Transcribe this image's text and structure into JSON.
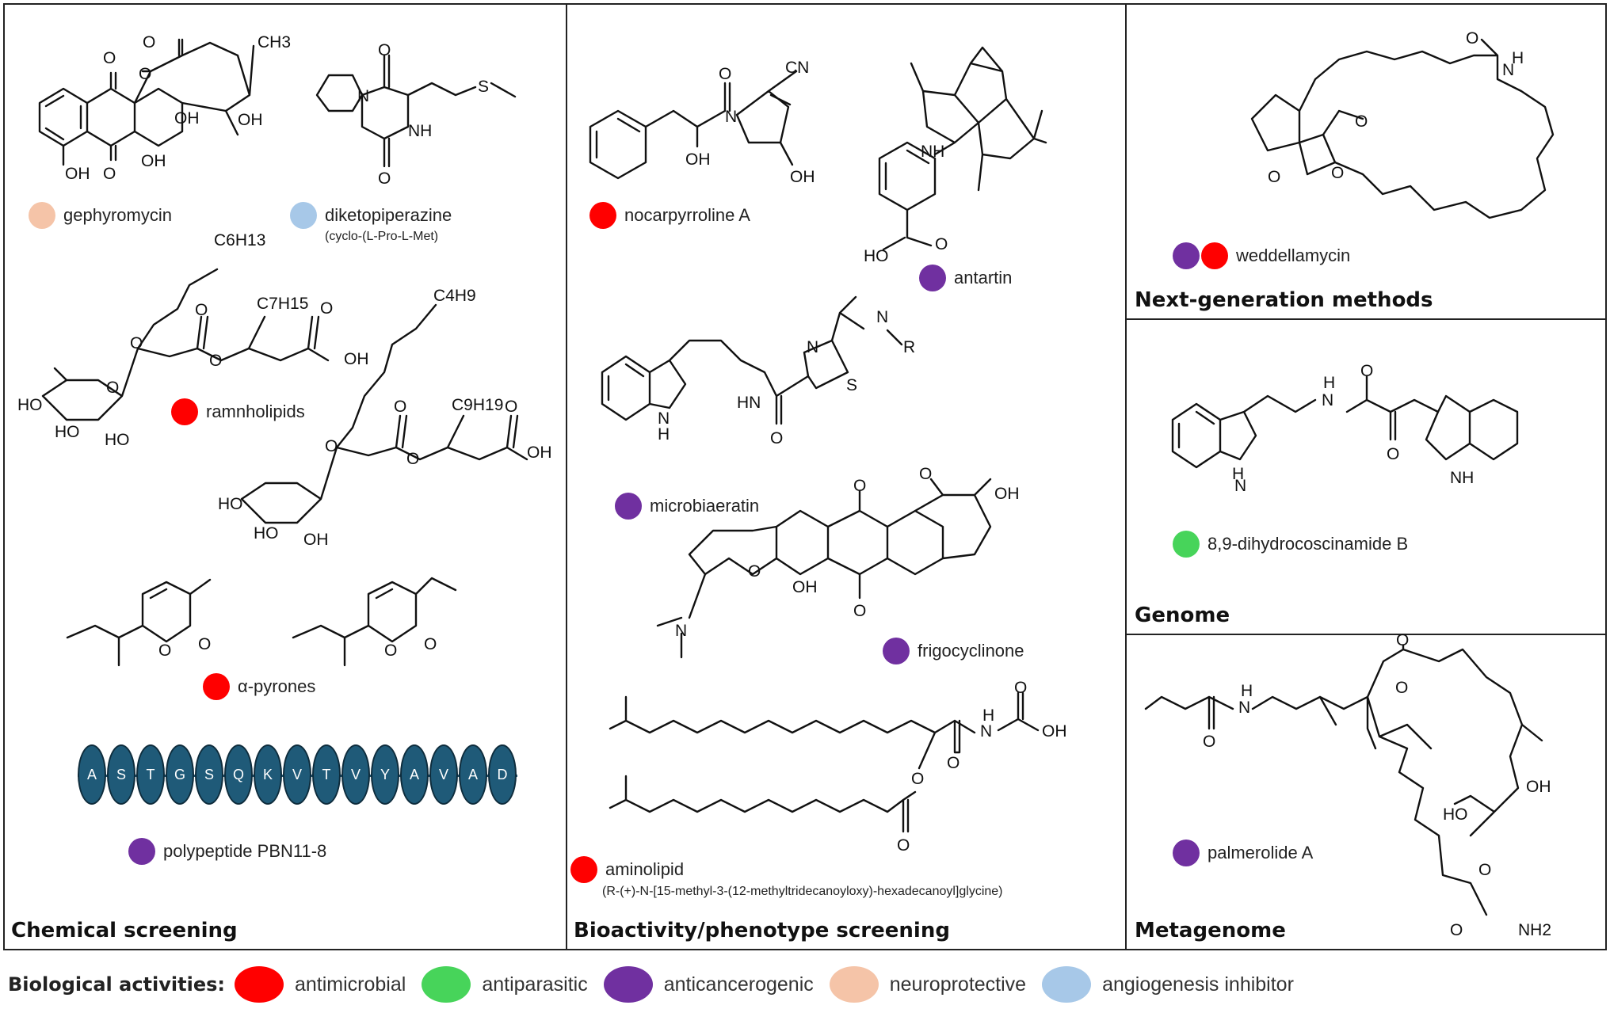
{
  "panels": {
    "chemical": "Chemical screening",
    "bioactivity": "Bioactivity/phenotype screening",
    "nextgen": "Next-generation methods",
    "genome": "Genome",
    "metagenome": "Metagenome"
  },
  "compounds": {
    "gephyromycin": "gephyromycin",
    "diketopiperazine": "diketopiperazine",
    "diketopiperazine_sub": "(cyclo-(L-Pro-L-Met)",
    "ramnholipids": "ramnholipids",
    "pyrones": "α-pyrones",
    "polypeptide": "polypeptide PBN11-8",
    "nocarpyrroline": "nocarpyrroline A",
    "antartin": "antartin",
    "microbiaeratin": "microbiaeratin",
    "frigocyclinone": "frigocyclinone",
    "aminolipid": "aminolipid",
    "aminolipid_sub": "(R-(+)-N-[15-methyl-3-(12-methyltridecanoyloxy)-hexadecanoyl]glycine)",
    "weddellamycin": "weddellamycin",
    "dihydrocoscinamide": "8,9-dihydrocoscinamide B",
    "palmerolide": "palmerolide A"
  },
  "peptide_sequence": [
    "A",
    "S",
    "T",
    "G",
    "S",
    "Q",
    "K",
    "V",
    "T",
    "V",
    "Y",
    "A",
    "V",
    "A",
    "D"
  ],
  "atoms": {
    "o": "O",
    "oh": "OH",
    "ho": "HO",
    "n": "N",
    "nh": "NH",
    "hn": "HN",
    "s": "S",
    "r": "R",
    "ch3": "CH3",
    "c6h13": "C6H13",
    "c7h15": "C7H15",
    "c4h9": "C4H9",
    "c9h19": "C9H19",
    "cn": "CN",
    "nh2": "NH2",
    "h": "H"
  },
  "legend": {
    "title": "Biological activities:",
    "items": [
      {
        "label": "antimicrobial",
        "color": "#ff0000"
      },
      {
        "label": "antiparasitic",
        "color": "#47d45a"
      },
      {
        "label": "anticancerogenic",
        "color": "#7030a0"
      },
      {
        "label": "neuroprotective",
        "color": "#f5c4a8"
      },
      {
        "label": "angiogenesis inhibitor",
        "color": "#a7c8e8"
      }
    ]
  },
  "colors": {
    "antimicrobial": "#ff0000",
    "antiparasitic": "#47d45a",
    "anticancerogenic": "#7030a0",
    "neuroprotective": "#f5c4a8",
    "angiogenesis": "#a7c8e8",
    "peptide": "#1f5a78"
  }
}
